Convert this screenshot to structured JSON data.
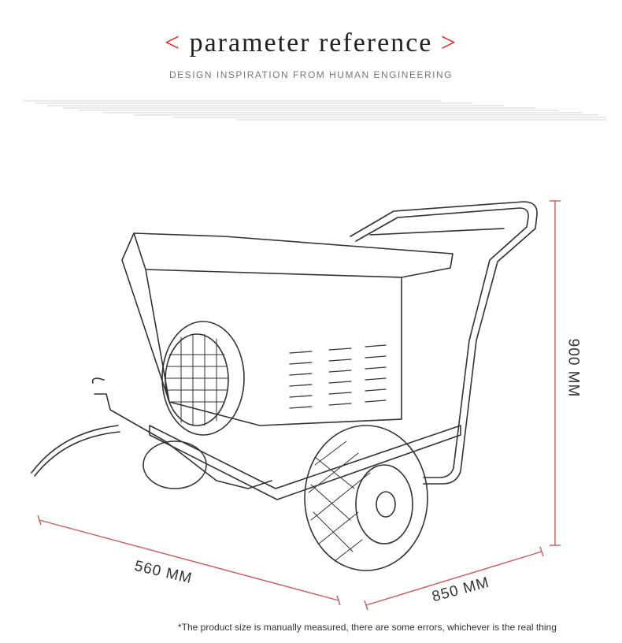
{
  "header": {
    "bracket_open": "<",
    "title": "parameter reference",
    "bracket_close": ">",
    "subtitle": "DESIGN INSPIRATION FROM HUMAN ENGINEERING"
  },
  "dimensions": {
    "width_label": "560 MM",
    "depth_label": "850 MM",
    "height_label": "900 MM"
  },
  "footer": {
    "disclaimer": "*The product size is manually measured, there are some errors, whichever is the real thing"
  },
  "colors": {
    "accent": "#e02424",
    "line": "#c75b5b",
    "sketch": "#333333"
  }
}
